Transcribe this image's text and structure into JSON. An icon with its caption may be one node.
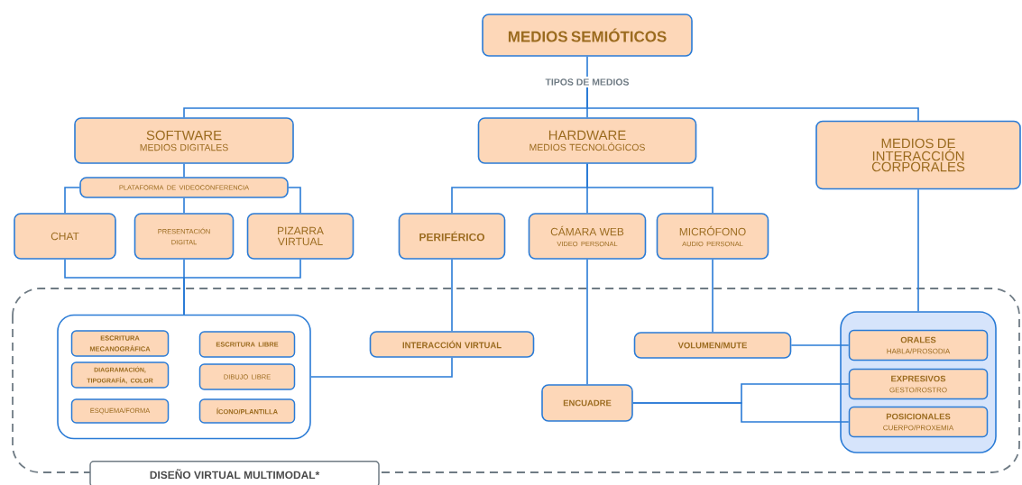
{
  "diagram": {
    "nodes": [
      {
        "text": [
          "MEDIOS SEMIÓTICOS"
        ]
      },
      {
        "text": [
          "TIPOS DE MEDIOS"
        ]
      },
      {
        "text": [
          "SOFTWARE",
          "MEDIOS DIGITALES"
        ]
      },
      {
        "text": [
          "HARDWARE",
          "MEDIOS TECNOLÓGICOS"
        ]
      },
      {
        "text": [
          "MEDIOS DE INTERACCIÓN CORPORALES"
        ]
      },
      {
        "text": [
          "PLATAFORMA DE VIDEOCONFERENCIA"
        ]
      },
      {
        "text": [
          "CHAT"
        ]
      },
      {
        "text": [
          "PRESENTACIÓN DIGITAL"
        ]
      },
      {
        "text": [
          "PIZARRA VIRTUAL"
        ]
      },
      {
        "text": [
          "PERIFÉRICO"
        ]
      },
      {
        "text": [
          "CÁMARA WEB",
          "VIDEO PERSONAL"
        ]
      },
      {
        "text": [
          "MICRÓFONO",
          "AUDIO PERSONAL"
        ]
      },
      {
        "text": [
          "DISEÑO VIRTUAL MULTIMODAL*"
        ]
      },
      {
        "text": [],
        "shape": "box",
        "in": 12
      },
      {
        "text": [
          "ESCRITURA MECANOGRÁFICA"
        ],
        "in": 13
      },
      {
        "text": [
          "ESCRITURA LIBRE"
        ],
        "in": 13
      },
      {
        "text": [
          "DIAGRAMACIÓN, TIPOGRAFÍA, COLOR"
        ],
        "in": 13
      },
      {
        "text": [
          "DIBUJO LIBRE"
        ],
        "in": 13
      },
      {
        "text": [
          "ESQUEMA/FORMA"
        ],
        "in": 13
      },
      {
        "text": [
          "ÍCONO/PLANTILLA"
        ],
        "in": 13
      },
      {
        "text": [
          "INTERACCIÓN VIRTUAL"
        ],
        "in": 12
      },
      {
        "text": [
          "VOLUMEN/MUTE"
        ],
        "in": 12
      },
      {
        "text": [
          "ENCUADRE"
        ],
        "in": 12
      },
      {
        "text": [],
        "shape": "box",
        "in": 12
      },
      {
        "text": [
          "ORALES",
          "HABLA/PROSODIA"
        ],
        "in": 23
      },
      {
        "text": [
          "EXPRESIVOS",
          "GESTO/ROSTRO"
        ],
        "in": 23
      },
      {
        "text": [
          "POSICIONALES",
          "CUERPO/PROXEMIA"
        ],
        "in": 23
      }
    ],
    "edges": [
      {
        "from": 0,
        "to": 1,
        "arrow": "none"
      },
      {
        "from": 1,
        "to": 2,
        "arrow": "none"
      },
      {
        "from": 1,
        "to": 3,
        "arrow": "none"
      },
      {
        "from": 1,
        "to": 4,
        "arrow": "none"
      },
      {
        "from": 2,
        "to": 5,
        "arrow": "none"
      },
      {
        "from": 5,
        "to": 6,
        "arrow": "none"
      },
      {
        "from": 5,
        "to": 7,
        "arrow": "none"
      },
      {
        "from": 5,
        "to": 8,
        "arrow": "none"
      },
      {
        "from": 6,
        "to": 13,
        "arrow": "none"
      },
      {
        "from": 7,
        "to": 13,
        "arrow": "none"
      },
      {
        "from": 8,
        "to": 13,
        "arrow": "none"
      },
      {
        "from": 3,
        "to": 9,
        "arrow": "none"
      },
      {
        "from": 3,
        "to": 10,
        "arrow": "none"
      },
      {
        "from": 3,
        "to": 11,
        "arrow": "none"
      },
      {
        "from": 9,
        "to": 20,
        "arrow": "none"
      },
      {
        "from": 20,
        "to": 13,
        "arrow": "none"
      },
      {
        "from": 10,
        "to": 22,
        "arrow": "none"
      },
      {
        "from": 11,
        "to": 21,
        "arrow": "none"
      },
      {
        "from": 4,
        "to": 23,
        "arrow": "none"
      },
      {
        "from": 21,
        "to": 24,
        "arrow": "none"
      },
      {
        "from": 22,
        "to": 25,
        "arrow": "none"
      },
      {
        "from": 22,
        "to": 26,
        "arrow": "none"
      }
    ]
  }
}
